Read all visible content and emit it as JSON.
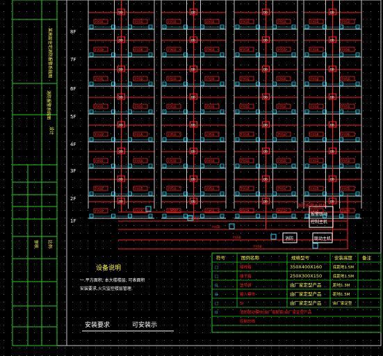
{
  "floor_labels": [
    "8F",
    "7F",
    "6F",
    "5F",
    "4F",
    "3F",
    "2F",
    "1F"
  ],
  "panel_label": "PXSB",
  "node_label": "DB",
  "bus_labels": [
    "PXSB",
    "PXSB",
    "PXSB",
    "PXSB",
    "PXSB"
  ],
  "equipment": {
    "host_cabinet": "消防报警主机柜",
    "alarm_host_line1": "报警联动",
    "alarm_host_line2": "控制主机",
    "power_box": "消防",
    "control_box": "联动主机"
  },
  "notes": {
    "title": "设备说明",
    "line1": "一.平方面积, 本大楼楼层,        可表面积",
    "line2": "   安装要求,火灾监控楼层管理.",
    "footer_left": "安装要求",
    "footer_right": "可安装示"
  },
  "legend": {
    "headers": [
      "符号",
      "图例名称",
      "规格型号",
      "安装高度",
      "备注"
    ],
    "rows": [
      [
        "□",
        "接线箱",
        "350X400X160",
        "底距地1.5M",
        ""
      ],
      [
        "□",
        "端子箱",
        "250X300X150",
        "底距地1.5M",
        ""
      ],
      [
        "⊡",
        "信号阀",
        "由厂家定型产品",
        "距地1.3M",
        ""
      ],
      [
        "⊟",
        "输入模块",
        "由厂家定型产品",
        "距地1.5M",
        ""
      ],
      [
        "□",
        "SI",
        "由厂家定型产品",
        "由厂家定型",
        ""
      ],
      [
        "⊡",
        "消防联动模块(由厂家配套)由厂家定型产品",
        "",
        "",
        ""
      ],
      [
        "",
        "控制总线",
        "",
        "",
        ""
      ]
    ]
  },
  "title_block": {
    "project": "某高层住宅消防报警系统图",
    "drawing": "消防报警系统图",
    "design": "设计",
    "check": "审核",
    "scale": "比例"
  },
  "colors": {
    "bus_red": "#ff2020",
    "panel_cyan": "#20e0ff",
    "grid_white": "#c8c8c8",
    "frame_green": "#20d020",
    "text_yellow": "#ffff40",
    "text_white": "#ffffff"
  }
}
